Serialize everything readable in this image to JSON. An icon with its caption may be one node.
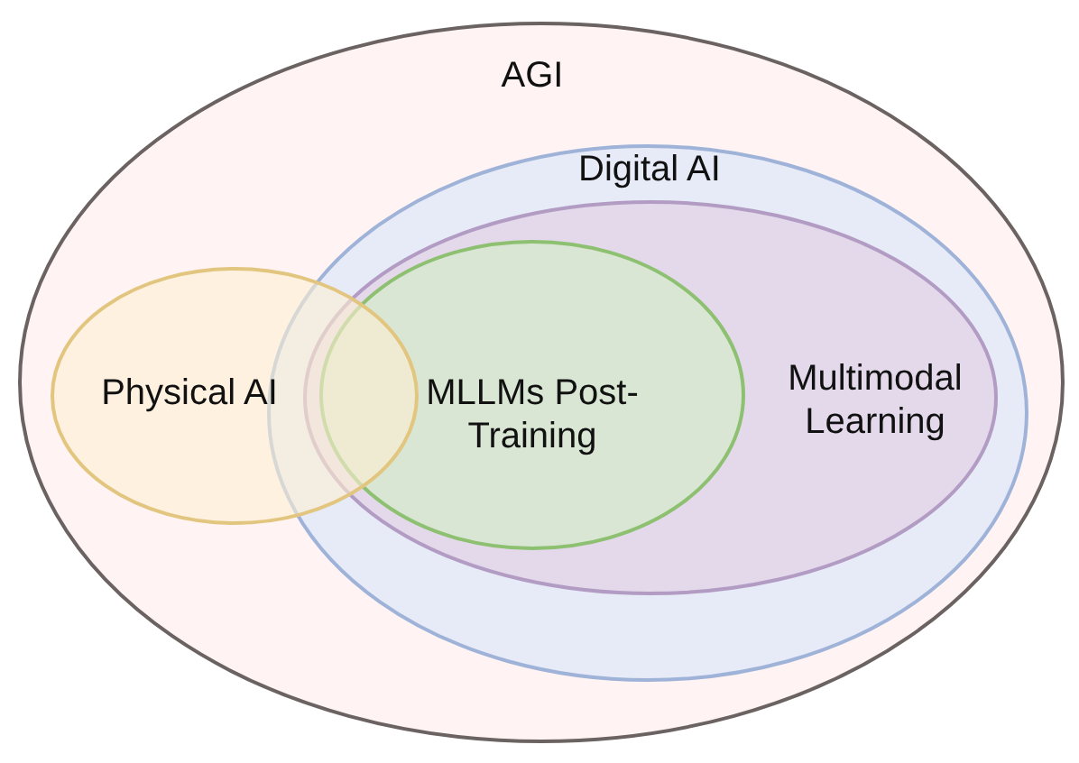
{
  "diagram": {
    "nodes": [
      {
        "text": [
          "AGI"
        ]
      },
      {
        "text": [
          "Digital AI"
        ],
        "in": 0
      },
      {
        "text": [
          "Multimodal Learning"
        ],
        "in": 1
      },
      {
        "text": [
          "MLLMs Post-Training"
        ],
        "in": 2
      },
      {
        "text": [
          "Physical AI"
        ],
        "in": 0
      }
    ],
    "edges": []
  }
}
